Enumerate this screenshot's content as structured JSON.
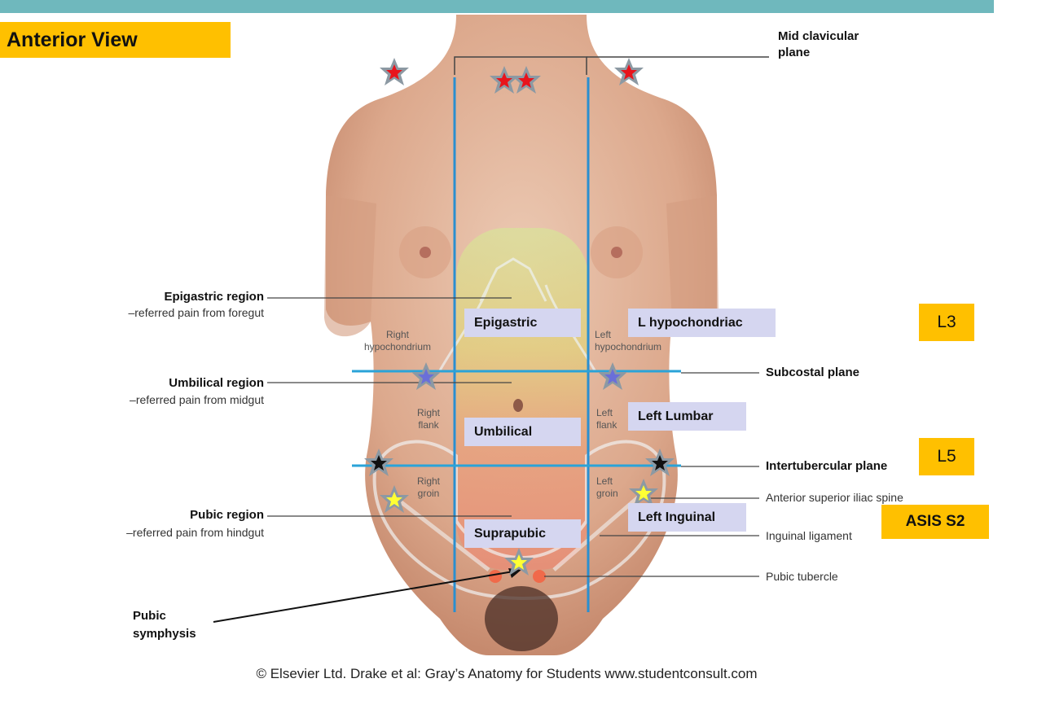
{
  "title": "Anterior View",
  "region_labels": [
    {
      "name": "Epigastric region",
      "sub": "–referred pain from foregut"
    },
    {
      "name": "Umbilical region",
      "sub": "–referred pain from midgut"
    },
    {
      "name": "Pubic region",
      "sub": "–referred pain from hindgut"
    }
  ],
  "boxes": {
    "epigastric": "Epigastric",
    "l_hypochondriac": "L hypochondriac",
    "umbilical": "Umbilical",
    "left_lumbar": "Left Lumbar",
    "suprapubic": "Suprapubic",
    "left_inguinal": "Left Inguinal"
  },
  "small_labels": {
    "right_hypochondrium": [
      "Right",
      "hypochondrium"
    ],
    "left_hypochondrium": [
      "Left",
      "hypochondrium"
    ],
    "right_flank": [
      "Right",
      "flank"
    ],
    "left_flank": [
      "Left",
      "flank"
    ],
    "right_groin": [
      "Right",
      "groin"
    ],
    "left_groin": [
      "Left",
      "groin"
    ]
  },
  "planes": {
    "mid_clavicular": [
      "Mid clavicular",
      "plane"
    ],
    "subcostal": "Subcostal plane",
    "intertubercular": "Intertubercular plane"
  },
  "landmarks": {
    "asis": "Anterior superior iliac spine",
    "inguinal_ligament": "Inguinal ligament",
    "pubic_tubercle": "Pubic tubercle",
    "pubic_symphysis": [
      "Pubic",
      "symphysis"
    ]
  },
  "levels": {
    "l3": "L3",
    "l5": "L5",
    "asis_s2": "ASIS S2"
  },
  "caption": "© Elsevier Ltd. Drake et al: Gray’s Anatomy for Students www.studentconsult.com",
  "colors": {
    "topbar": "#6fb8bd",
    "orange_box": "#ffc000",
    "region_box": "#d5d6f0",
    "plane_line": "#2a8fd0",
    "skin": "#e2b59c"
  }
}
